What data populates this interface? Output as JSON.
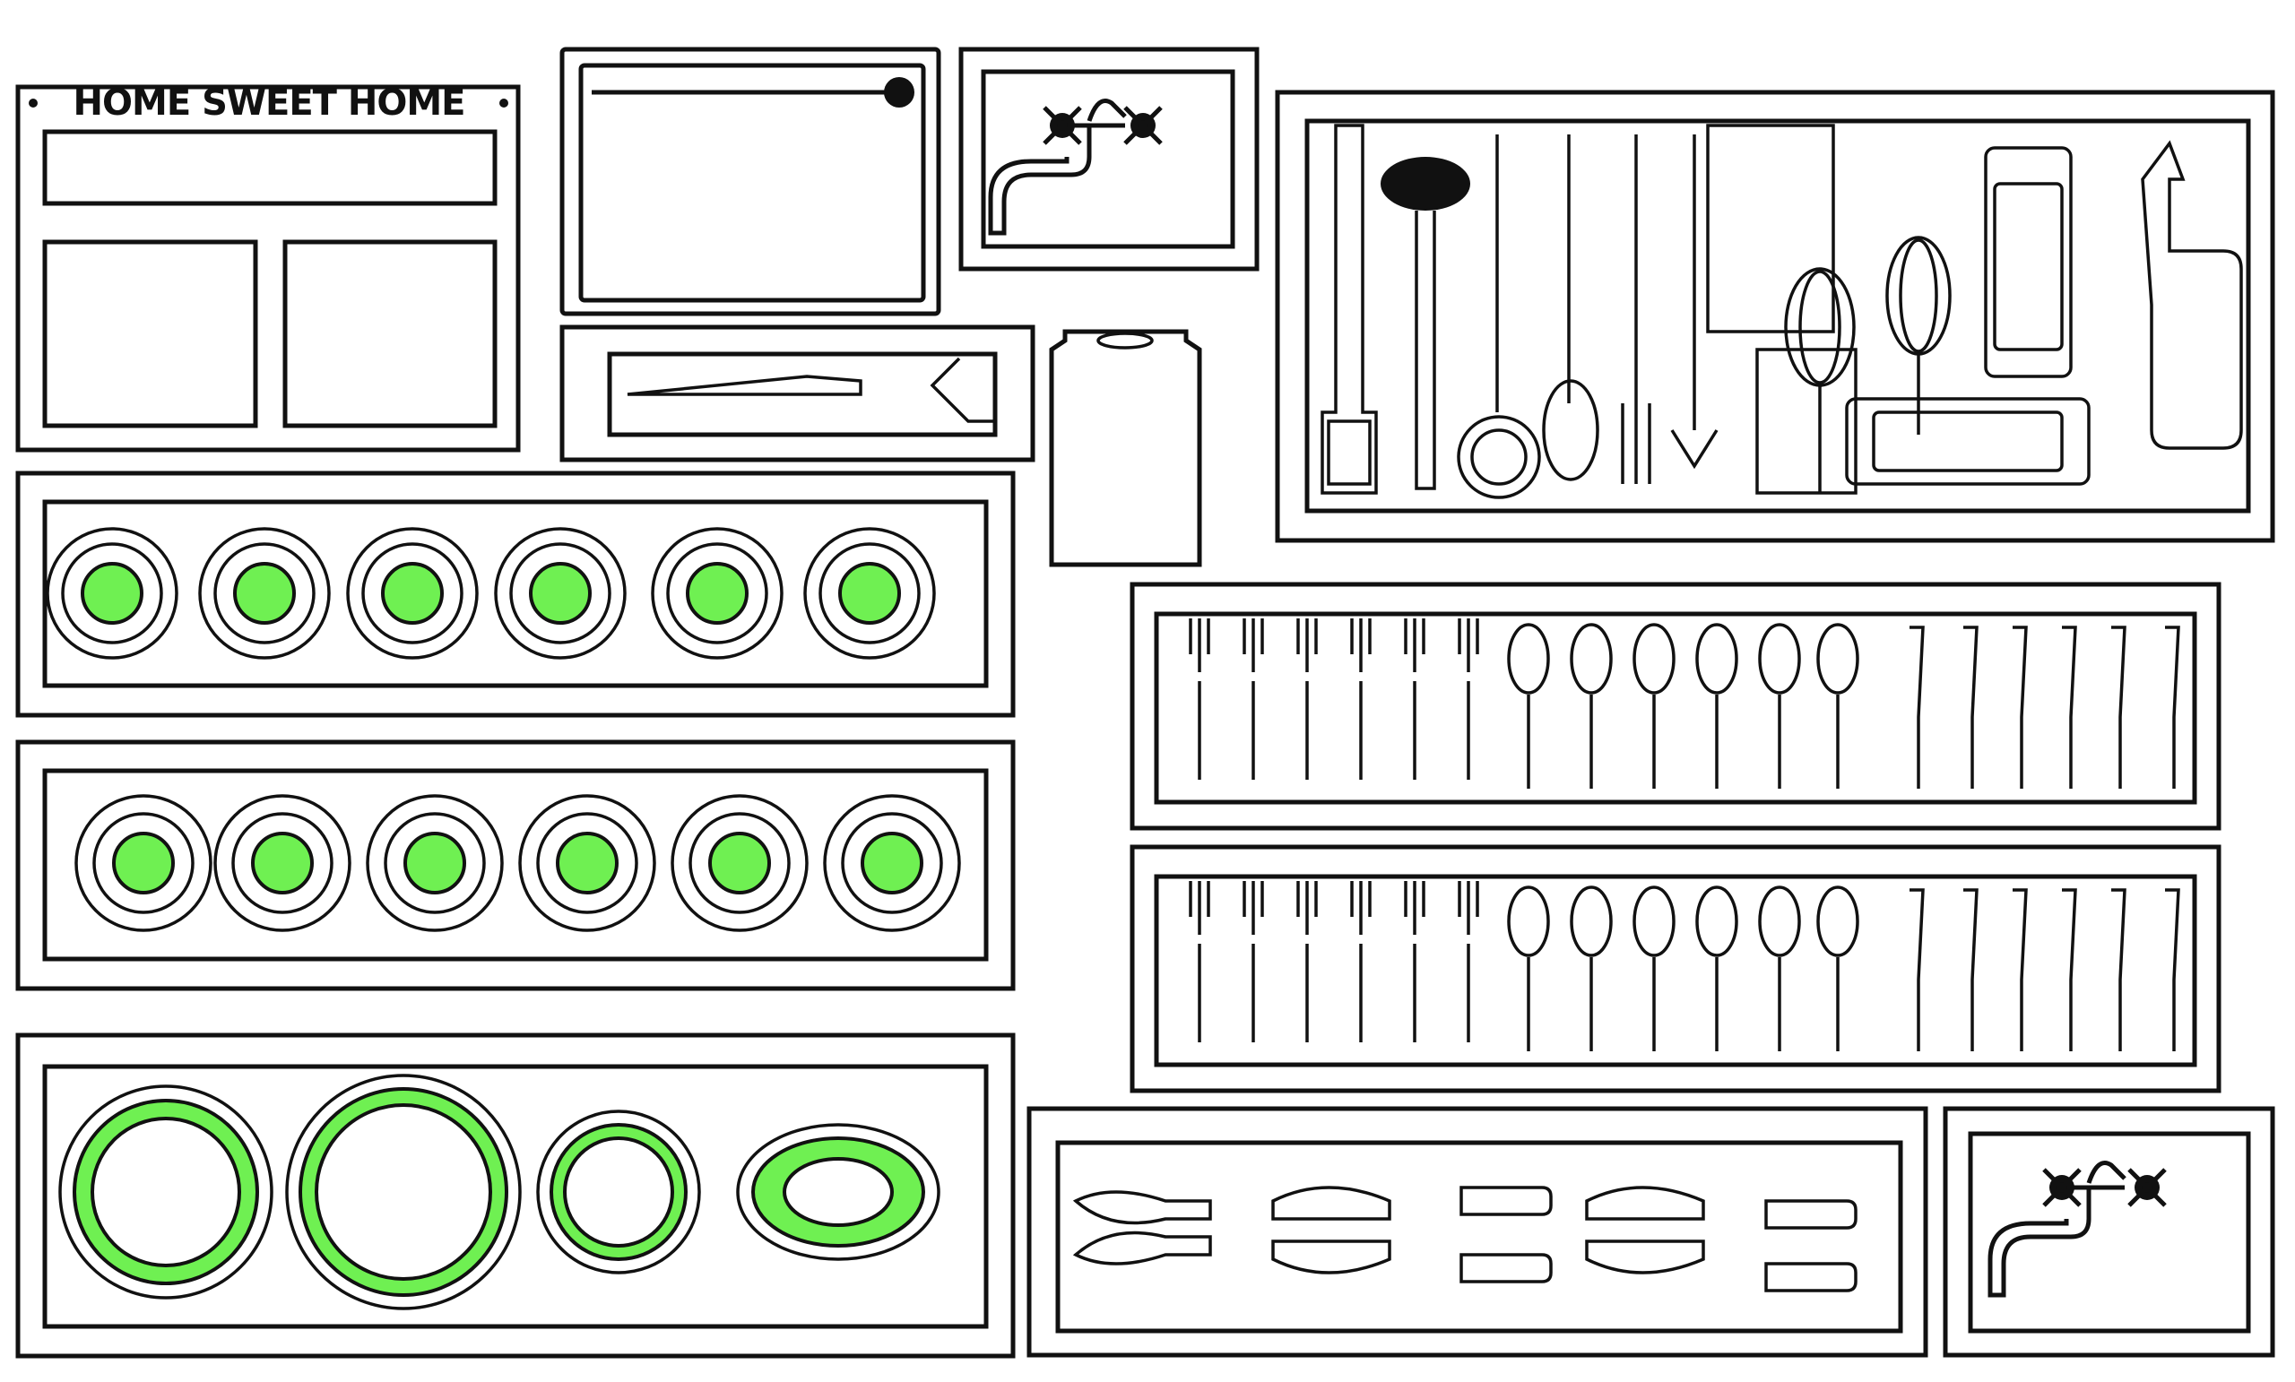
{
  "sign": {
    "title": "HOME SWEET HOME"
  },
  "colors": {
    "stroke": "#111111",
    "accent": "#6ff052",
    "paper": "#ffffff"
  },
  "panels": [
    {
      "id": "sign-board",
      "kind": "sign"
    },
    {
      "id": "cutting-board",
      "kind": "board"
    },
    {
      "id": "faucet-top",
      "kind": "faucet"
    },
    {
      "id": "utensils-rack",
      "kind": "utensils"
    },
    {
      "id": "knife-board",
      "kind": "knives-small"
    },
    {
      "id": "paper-towel",
      "kind": "tag"
    },
    {
      "id": "small-plates-row",
      "kind": "plates",
      "count": 6
    },
    {
      "id": "bowls-row",
      "kind": "bowls",
      "count": 6
    },
    {
      "id": "large-plates-row",
      "kind": "platters",
      "count": 4
    },
    {
      "id": "cutlery-row-1",
      "kind": "cutlery",
      "forks": 6,
      "spoons": 6,
      "knives": 6
    },
    {
      "id": "cutlery-row-2",
      "kind": "cutlery",
      "forks": 6,
      "spoons": 6,
      "knives": 6
    },
    {
      "id": "chef-knives",
      "kind": "knives-large"
    },
    {
      "id": "faucet-bottom",
      "kind": "faucet"
    }
  ]
}
